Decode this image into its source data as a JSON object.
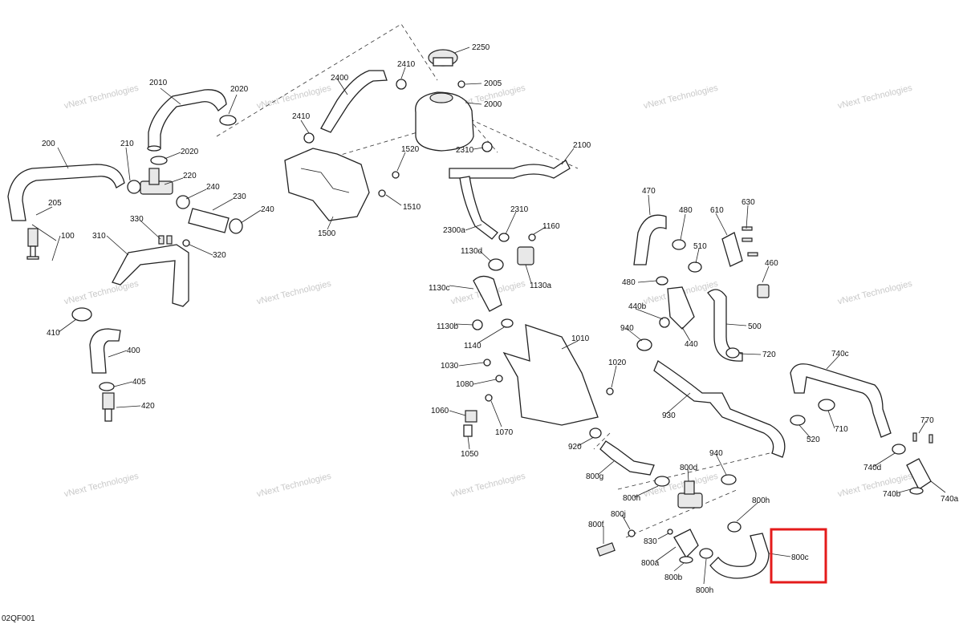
{
  "figure_code": "02QF001",
  "watermark": "vNext Technologies",
  "highlight_color": "#e41b1b",
  "callouts": {
    "c100": "100",
    "c200": "200",
    "c205": "205",
    "c210": "210",
    "c220": "220",
    "c230": "230",
    "c240a": "240",
    "c240b": "240",
    "c310": "310",
    "c320": "320",
    "c330": "330",
    "c400": "400",
    "c405": "405",
    "c410": "410",
    "c420": "420",
    "c440": "440",
    "c440b": "440b",
    "c460": "460",
    "c470": "470",
    "c480a": "480",
    "c480b": "480",
    "c500": "500",
    "c510": "510",
    "c520": "520",
    "c610": "610",
    "c630": "630",
    "c710": "710",
    "c720": "720",
    "c740a": "740a",
    "c740b": "740b",
    "c740c": "740c",
    "c740d": "740d",
    "c770": "770",
    "c800a": "800a",
    "c800b": "800b",
    "c800c": "800c",
    "c800d": "800d",
    "c800f": "800f",
    "c800g": "800g",
    "c800h1": "800h",
    "c800h2": "800h",
    "c800h3": "800h",
    "c800j": "800j",
    "c830": "830",
    "c920": "920",
    "c930": "930",
    "c940a": "940",
    "c940b": "940",
    "c1010": "1010",
    "c1020": "1020",
    "c1030": "1030",
    "c1050": "1050",
    "c1060": "1060",
    "c1070": "1070",
    "c1080": "1080",
    "c1130a": "1130a",
    "c1130b": "1130b",
    "c1130c": "1130c",
    "c1130d": "1130d",
    "c1140": "1140",
    "c1160": "1160",
    "c1500": "1500",
    "c1510": "1510",
    "c1520": "1520",
    "c2000": "2000",
    "c2005": "2005",
    "c2010": "2010",
    "c2020a": "2020",
    "c2020b": "2020",
    "c2100": "2100",
    "c2250": "2250",
    "c2300a": "2300a",
    "c2310a": "2310",
    "c2310b": "2310",
    "c2400": "2400",
    "c2410a": "2410",
    "c2410b": "2410"
  }
}
